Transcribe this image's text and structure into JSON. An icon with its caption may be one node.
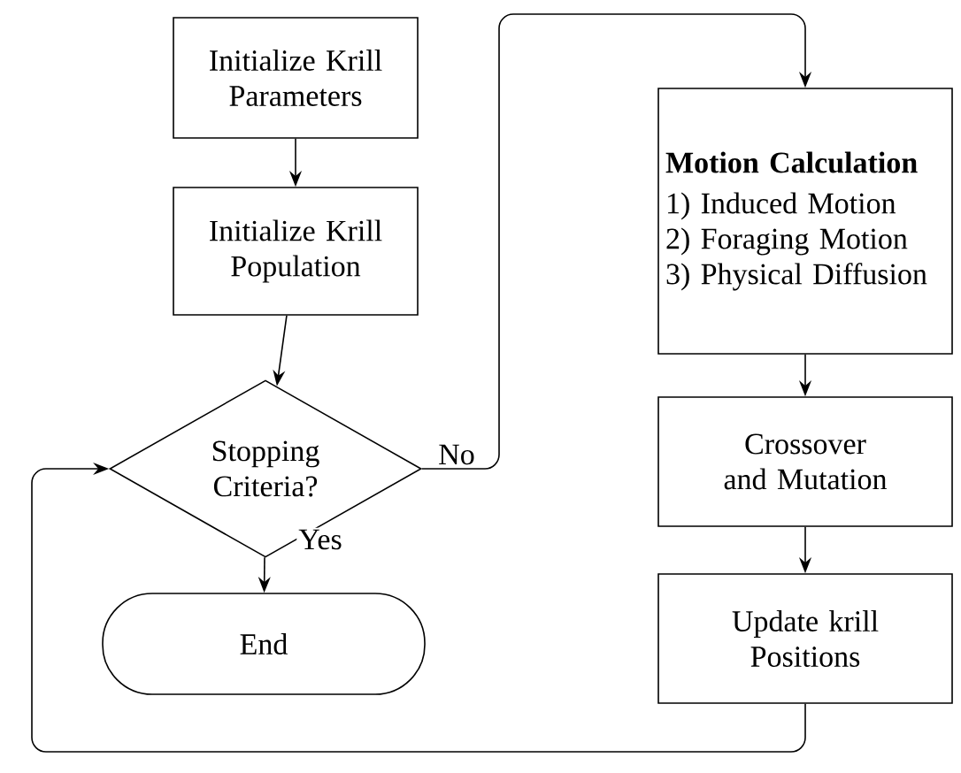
{
  "diagram": {
    "nodes": [
      {
        "text": [
          "Initialize Krill Parameters"
        ]
      },
      {
        "text": [
          "Initialize Krill Population"
        ]
      },
      {
        "text": [
          "Stopping Criteria?"
        ]
      },
      {
        "text": [
          "End"
        ]
      },
      {
        "text": [
          "Motion Calculation",
          "1) Induced Motion",
          "2) Foraging Motion",
          "3) Physical Diffusion"
        ]
      },
      {
        "text": [
          "Crossover and Mutation"
        ]
      },
      {
        "text": [
          "Update krill Positions"
        ]
      }
    ],
    "edges": [
      {
        "from": 0,
        "to": 1,
        "arrow": "to"
      },
      {
        "from": 1,
        "to": 2,
        "arrow": "to"
      },
      {
        "from": 2,
        "to": 4,
        "arrow": "to",
        "label": "No"
      },
      {
        "from": 2,
        "to": 3,
        "arrow": "to",
        "label": "Yes"
      },
      {
        "from": 4,
        "to": 5,
        "arrow": "to"
      },
      {
        "from": 5,
        "to": 6,
        "arrow": "to"
      },
      {
        "from": 6,
        "to": 2,
        "arrow": "to"
      }
    ]
  }
}
